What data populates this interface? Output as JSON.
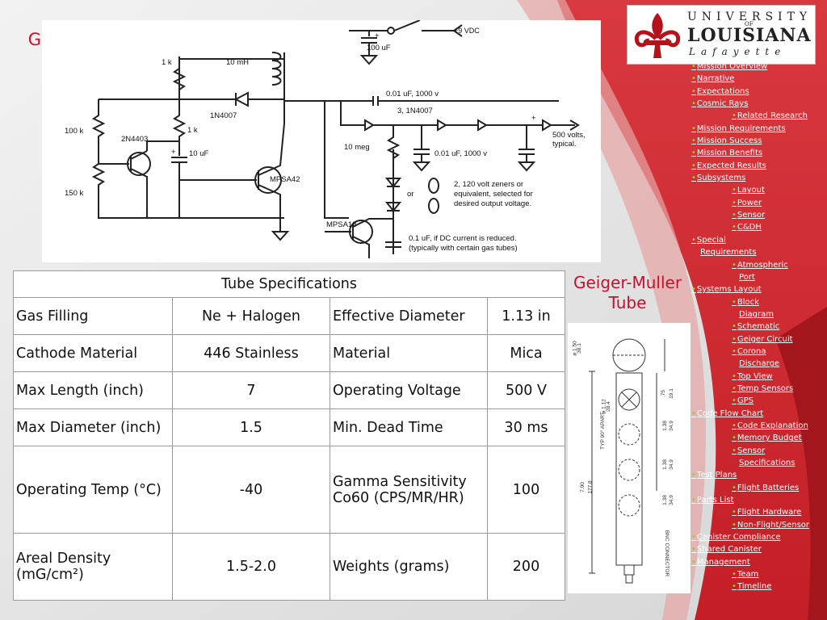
{
  "circuit_title": "Geiger Counter Circuit",
  "tube_title": "Geiger-Muller Tube",
  "logo": {
    "line1": "UNIVERSITY",
    "line2": "LOUISIANA",
    "line3": "Lafayette",
    "of": "OF"
  },
  "circuit": {
    "labels": [
      "+9 VDC",
      "100 uF",
      "1 k",
      "10 mH",
      "1N4007",
      "0.01 uF, 1000 v",
      "3, 1N4007",
      "100 k",
      "2N4403",
      "1 k",
      "10 uF",
      "10 meg",
      "500 volts, typical.",
      "0.01 uF, 1000 v",
      "150 k",
      "MPSA42",
      "2, 120 volt zeners or",
      "equivalent, selected for",
      "desired output voltage.",
      "or",
      "MPSA18",
      "0.1 uF, if DC current is reduced.",
      "(typically with certain gas tubes)",
      "+",
      "+",
      "+"
    ]
  },
  "table": {
    "header": "Tube Specifications",
    "rows": [
      [
        "Gas Filling",
        "Ne + Halogen",
        "Effective Diameter",
        "1.13 in"
      ],
      [
        "Cathode Material",
        "446 Stainless",
        "Material",
        "Mica"
      ],
      [
        "Max Length (inch)",
        "7",
        "Operating Voltage",
        "500 V"
      ],
      [
        "Max Diameter (inch)",
        "1.5",
        "Min. Dead Time",
        "30 ms"
      ],
      [
        "Operating Temp (°C)",
        "-40",
        "Gamma Sensitivity Co60 (CPS/MR/HR)",
        "100"
      ],
      [
        "Areal Density (mG/cm²)",
        "1.5-2.0",
        "Weights (grams)",
        "200"
      ]
    ]
  },
  "tube_drawing": {
    "labels": [
      "ø 1.50",
      "38.1",
      "ø 1.12",
      "28.4",
      "TYP 90° APART",
      "7.00",
      "177.8",
      ".75",
      "19.1",
      "1.38",
      "34.9",
      "1.38",
      "34.9",
      "1.38",
      "34.9",
      "BNC CONNECTOR"
    ]
  },
  "nav": [
    {
      "label": "Mission Overview",
      "level": 1
    },
    {
      "label": "Narrative",
      "level": 1
    },
    {
      "label": "Expectations",
      "level": 1
    },
    {
      "label": "Cosmic Rays",
      "level": 1
    },
    {
      "label": "Related Research",
      "level": 2
    },
    {
      "label": "Mission Requirements",
      "level": 1
    },
    {
      "label": "Mission Success",
      "level": 1
    },
    {
      "label": "Mission Benefits",
      "level": 1
    },
    {
      "label": "Expected Results",
      "level": 1
    },
    {
      "label": "Subsystems",
      "level": 1
    },
    {
      "label": "Layout",
      "level": 2
    },
    {
      "label": "Power",
      "level": 2
    },
    {
      "label": "Sensor",
      "level": 2
    },
    {
      "label": "C&DH",
      "level": 2
    },
    {
      "label": "Special",
      "level": 1
    },
    {
      "label": "Requirements",
      "level": "cont1"
    },
    {
      "label": "Atmospheric",
      "level": 2
    },
    {
      "label": "Port",
      "level": "cont"
    },
    {
      "label": "Systems Layout",
      "level": 1
    },
    {
      "label": "Block",
      "level": 2
    },
    {
      "label": "Diagram",
      "level": "cont"
    },
    {
      "label": "Schematic",
      "level": 2
    },
    {
      "label": "Geiger Circuit",
      "level": 2
    },
    {
      "label": "Corona",
      "level": 2
    },
    {
      "label": "Discharge",
      "level": "cont"
    },
    {
      "label": "Top View",
      "level": 2
    },
    {
      "label": "Temp Sensors",
      "level": 2
    },
    {
      "label": "GPS",
      "level": 2
    },
    {
      "label": "Code Flow Chart",
      "level": 1
    },
    {
      "label": "Code Explanation",
      "level": 2
    },
    {
      "label": "Memory Budget",
      "level": 2
    },
    {
      "label": "Sensor",
      "level": 2
    },
    {
      "label": "Specifications",
      "level": "cont"
    },
    {
      "label": "Test Plans",
      "level": 1
    },
    {
      "label": "Flight Batteries",
      "level": 2
    },
    {
      "label": "Parts List",
      "level": 1
    },
    {
      "label": "Flight Hardware",
      "level": 2
    },
    {
      "label": "Non-Flight/Sensor",
      "level": 2
    },
    {
      "label": "Canister Compliance",
      "level": 1
    },
    {
      "label": "Shared Canister",
      "level": 1
    },
    {
      "label": "Management",
      "level": 1
    },
    {
      "label": "Team",
      "level": 2
    },
    {
      "label": "Timeline",
      "level": 2
    }
  ]
}
